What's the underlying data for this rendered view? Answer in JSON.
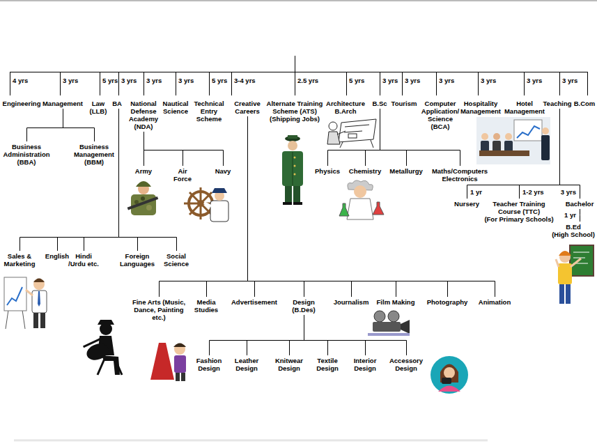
{
  "diagram": {
    "nodes": [
      {
        "text": [
          "Engineering"
        ]
      },
      {
        "text": [
          "Management"
        ]
      },
      {
        "text": [
          "Law (LLB)"
        ]
      },
      {
        "text": [
          "BA"
        ]
      },
      {
        "text": [
          "National Defense Academy (NDA)"
        ]
      },
      {
        "text": [
          "Nautical Science"
        ]
      },
      {
        "text": [
          "Technical Entry Scheme"
        ]
      },
      {
        "text": [
          "Creative Careers"
        ]
      },
      {
        "text": [
          "Alternate Training Scheme (ATS) (Shipping Jobs)"
        ]
      },
      {
        "text": [
          "Architecture B.Arch"
        ]
      },
      {
        "text": [
          "B.Sc"
        ]
      },
      {
        "text": [
          "Tourism"
        ]
      },
      {
        "text": [
          "Computer Application/ Science (BCA)"
        ]
      },
      {
        "text": [
          "Hospitality Management"
        ]
      },
      {
        "text": [
          "Hotel Management"
        ]
      },
      {
        "text": [
          "Teaching"
        ]
      },
      {
        "text": [
          "B.Com"
        ]
      },
      {
        "text": [
          "Business Administration (BBA)"
        ]
      },
      {
        "text": [
          "Business Management (BBM)"
        ]
      },
      {
        "text": [
          "Army"
        ]
      },
      {
        "text": [
          "Air Force"
        ]
      },
      {
        "text": [
          "Navy"
        ]
      },
      {
        "text": [
          "Physics"
        ]
      },
      {
        "text": [
          "Chemistry"
        ]
      },
      {
        "text": [
          "Metallurgy"
        ]
      },
      {
        "text": [
          "Maths/Computers Electronics"
        ]
      },
      {
        "text": [
          "Nursery"
        ]
      },
      {
        "text": [
          "Teacher Training Course (TTC)",
          "(For Primary Schools)"
        ]
      },
      {
        "text": [
          "Bachelor"
        ]
      },
      {
        "text": [
          "B.Ed",
          "(High School)"
        ]
      },
      {
        "text": [
          "Sales & Marketing"
        ]
      },
      {
        "text": [
          "English"
        ]
      },
      {
        "text": [
          "Hindi /Urdu etc."
        ]
      },
      {
        "text": [
          "Foreign Languages"
        ]
      },
      {
        "text": [
          "Social Science"
        ]
      },
      {
        "text": [
          "Fine Arts (Music, Dance, Painting etc.)"
        ]
      },
      {
        "text": [
          "Media Studies"
        ]
      },
      {
        "text": [
          "Advertisement"
        ]
      },
      {
        "text": [
          "Design (B.Des)"
        ]
      },
      {
        "text": [
          "Journalism"
        ]
      },
      {
        "text": [
          "Film Making"
        ]
      },
      {
        "text": [
          "Photography"
        ]
      },
      {
        "text": [
          "Animation"
        ]
      },
      {
        "text": [
          "Fashion Design"
        ]
      },
      {
        "text": [
          "Leather Design"
        ]
      },
      {
        "text": [
          "Knitwear Design"
        ]
      },
      {
        "text": [
          "Textile Design"
        ]
      },
      {
        "text": [
          "Interior Design"
        ]
      },
      {
        "text": [
          "Accessory Design"
        ]
      }
    ],
    "edges": [
      {
        "from": 1,
        "to": 17,
        "arrow": "none"
      },
      {
        "from": 1,
        "to": 18,
        "arrow": "none"
      },
      {
        "from": 3,
        "to": 30,
        "arrow": "none"
      },
      {
        "from": 3,
        "to": 31,
        "arrow": "none"
      },
      {
        "from": 3,
        "to": 32,
        "arrow": "none"
      },
      {
        "from": 3,
        "to": 33,
        "arrow": "none"
      },
      {
        "from": 3,
        "to": 34,
        "arrow": "none"
      },
      {
        "from": 4,
        "to": 19,
        "arrow": "none"
      },
      {
        "from": 4,
        "to": 20,
        "arrow": "none"
      },
      {
        "from": 4,
        "to": 21,
        "arrow": "none"
      },
      {
        "from": 10,
        "to": 22,
        "arrow": "none"
      },
      {
        "from": 10,
        "to": 23,
        "arrow": "none"
      },
      {
        "from": 10,
        "to": 24,
        "arrow": "none"
      },
      {
        "from": 10,
        "to": 25,
        "arrow": "none"
      },
      {
        "from": 15,
        "to": 26,
        "label": "1 yr",
        "arrow": "none"
      },
      {
        "from": 15,
        "to": 27,
        "label": "1-2 yrs",
        "arrow": "none"
      },
      {
        "from": 15,
        "to": 28,
        "label": "3 yrs",
        "arrow": "none"
      },
      {
        "from": 28,
        "to": 29,
        "label": "1 yr",
        "arrow": "none"
      },
      {
        "from": 7,
        "to": 35,
        "arrow": "none"
      },
      {
        "from": 7,
        "to": 36,
        "arrow": "none"
      },
      {
        "from": 7,
        "to": 37,
        "arrow": "none"
      },
      {
        "from": 7,
        "to": 38,
        "arrow": "none"
      },
      {
        "from": 7,
        "to": 39,
        "arrow": "none"
      },
      {
        "from": 7,
        "to": 40,
        "arrow": "none"
      },
      {
        "from": 7,
        "to": 41,
        "arrow": "none"
      },
      {
        "from": 7,
        "to": 42,
        "arrow": "none"
      },
      {
        "from": 38,
        "to": 43,
        "arrow": "none"
      },
      {
        "from": 38,
        "to": 44,
        "arrow": "none"
      },
      {
        "from": 38,
        "to": 45,
        "arrow": "none"
      },
      {
        "from": 38,
        "to": 46,
        "arrow": "none"
      },
      {
        "from": 38,
        "to": 47,
        "arrow": "none"
      },
      {
        "from": 38,
        "to": 48,
        "arrow": "none"
      }
    ],
    "labels": [
      "4 yrs",
      "3 yrs",
      "5 yrs",
      "3 yrs",
      "3 yrs",
      "3 yrs",
      "5 yrs",
      "3-4 yrs",
      "2.5 yrs",
      "5 yrs",
      "3 yrs",
      "3 yrs",
      "3 yrs",
      "3 yrs",
      "3 yrs",
      "3 yrs"
    ]
  }
}
